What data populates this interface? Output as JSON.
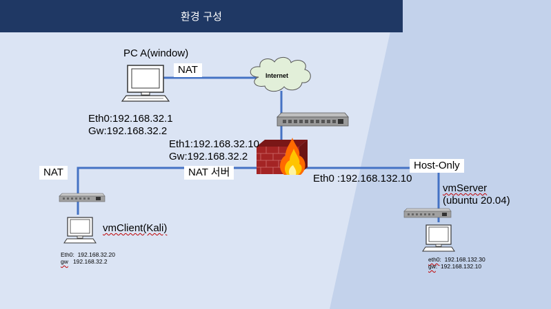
{
  "header": {
    "title": "환경 구성"
  },
  "colors": {
    "title_bg": "#1f3864",
    "page_bg": "#dbe4f4",
    "band": "#c3d2eb",
    "link": "#4472c4"
  },
  "nodes": {
    "pc_a": {
      "name": "PC A(window)",
      "eth0": "Eth0:192.168.32.1",
      "gw": "Gw:192.168.32.2"
    },
    "internet": {
      "label": "Internet"
    },
    "firewall": {
      "eth1": "Eth1:192.168.32.10",
      "gw": "Gw:192.168.32.2",
      "eth0": "Eth0 :192.168.132.10"
    },
    "vm_client": {
      "name": "vmClient(Kali)",
      "eth0": "Eth0:  192.168.32.20",
      "gw_key": "gw",
      "gw_val": "   192.168.32.2"
    },
    "vm_server": {
      "name": "vmServer",
      "os": "(ubuntu 20.04)",
      "eth0_key": "eth0",
      "eth0_val": ":  192.168.132.30",
      "gw_key": "gw",
      "gw_val": ":  192.168.132.10"
    }
  },
  "links": {
    "nat_top": "NAT",
    "nat_left": "NAT",
    "nat_server": "NAT 서버",
    "host_only": "Host-Only"
  },
  "icons": {
    "computer": "computer-icon",
    "switch": "switch-icon",
    "cloud": "cloud-icon",
    "firewall": "firewall-icon"
  }
}
